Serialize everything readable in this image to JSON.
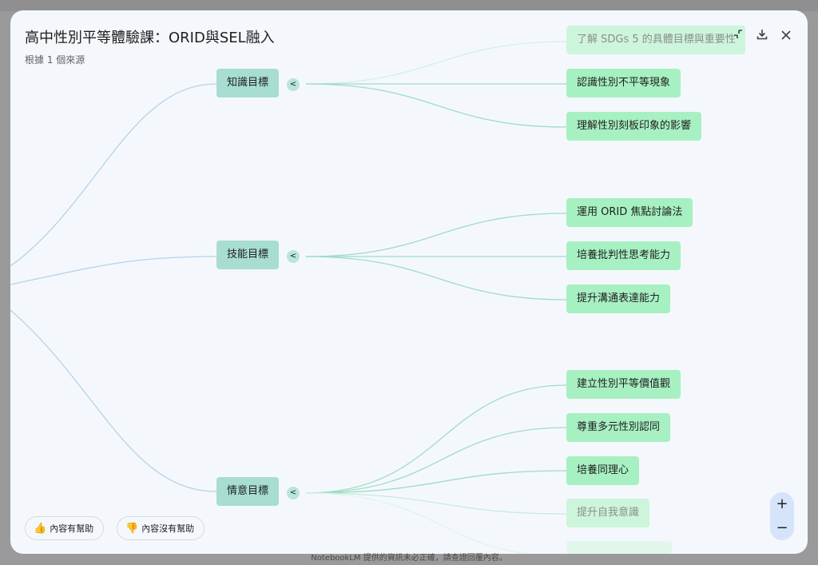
{
  "header": {
    "title": "高中性別平等體驗課：ORID與SEL融入",
    "subtitle": "根據 1 個來源",
    "icons": [
      "collapse-icon",
      "download-icon",
      "close-icon"
    ]
  },
  "mindmap": {
    "branches": [
      {
        "label": "知識目標",
        "toggle": "<",
        "children": [
          "了解 SDGs 5 的具體目標與重要性",
          "認識性別不平等現象",
          "理解性別刻板印象的影響"
        ]
      },
      {
        "label": "技能目標",
        "toggle": "<",
        "children": [
          "運用 ORID 焦點討論法",
          "培養批判性思考能力",
          "提升溝通表達能力"
        ]
      },
      {
        "label": "情意目標",
        "toggle": "<",
        "children": [
          "建立性別平等價值觀",
          "尊重多元性別認同",
          "培養同理心",
          "提升自我意識"
        ]
      }
    ]
  },
  "feedback": {
    "helpful": "內容有幫助",
    "not_helpful": "內容沒有幫助"
  },
  "zoom": {
    "in": "+",
    "out": "−"
  },
  "footer": {
    "note": "NotebookLM 提供的資訊未必正確，請查證回覆內容。"
  },
  "colors": {
    "mid_node": "#a8ddd1",
    "leaf_node": "#a7f0c2",
    "link": "#9fdcc6",
    "root_link": "#b4d3ea"
  }
}
